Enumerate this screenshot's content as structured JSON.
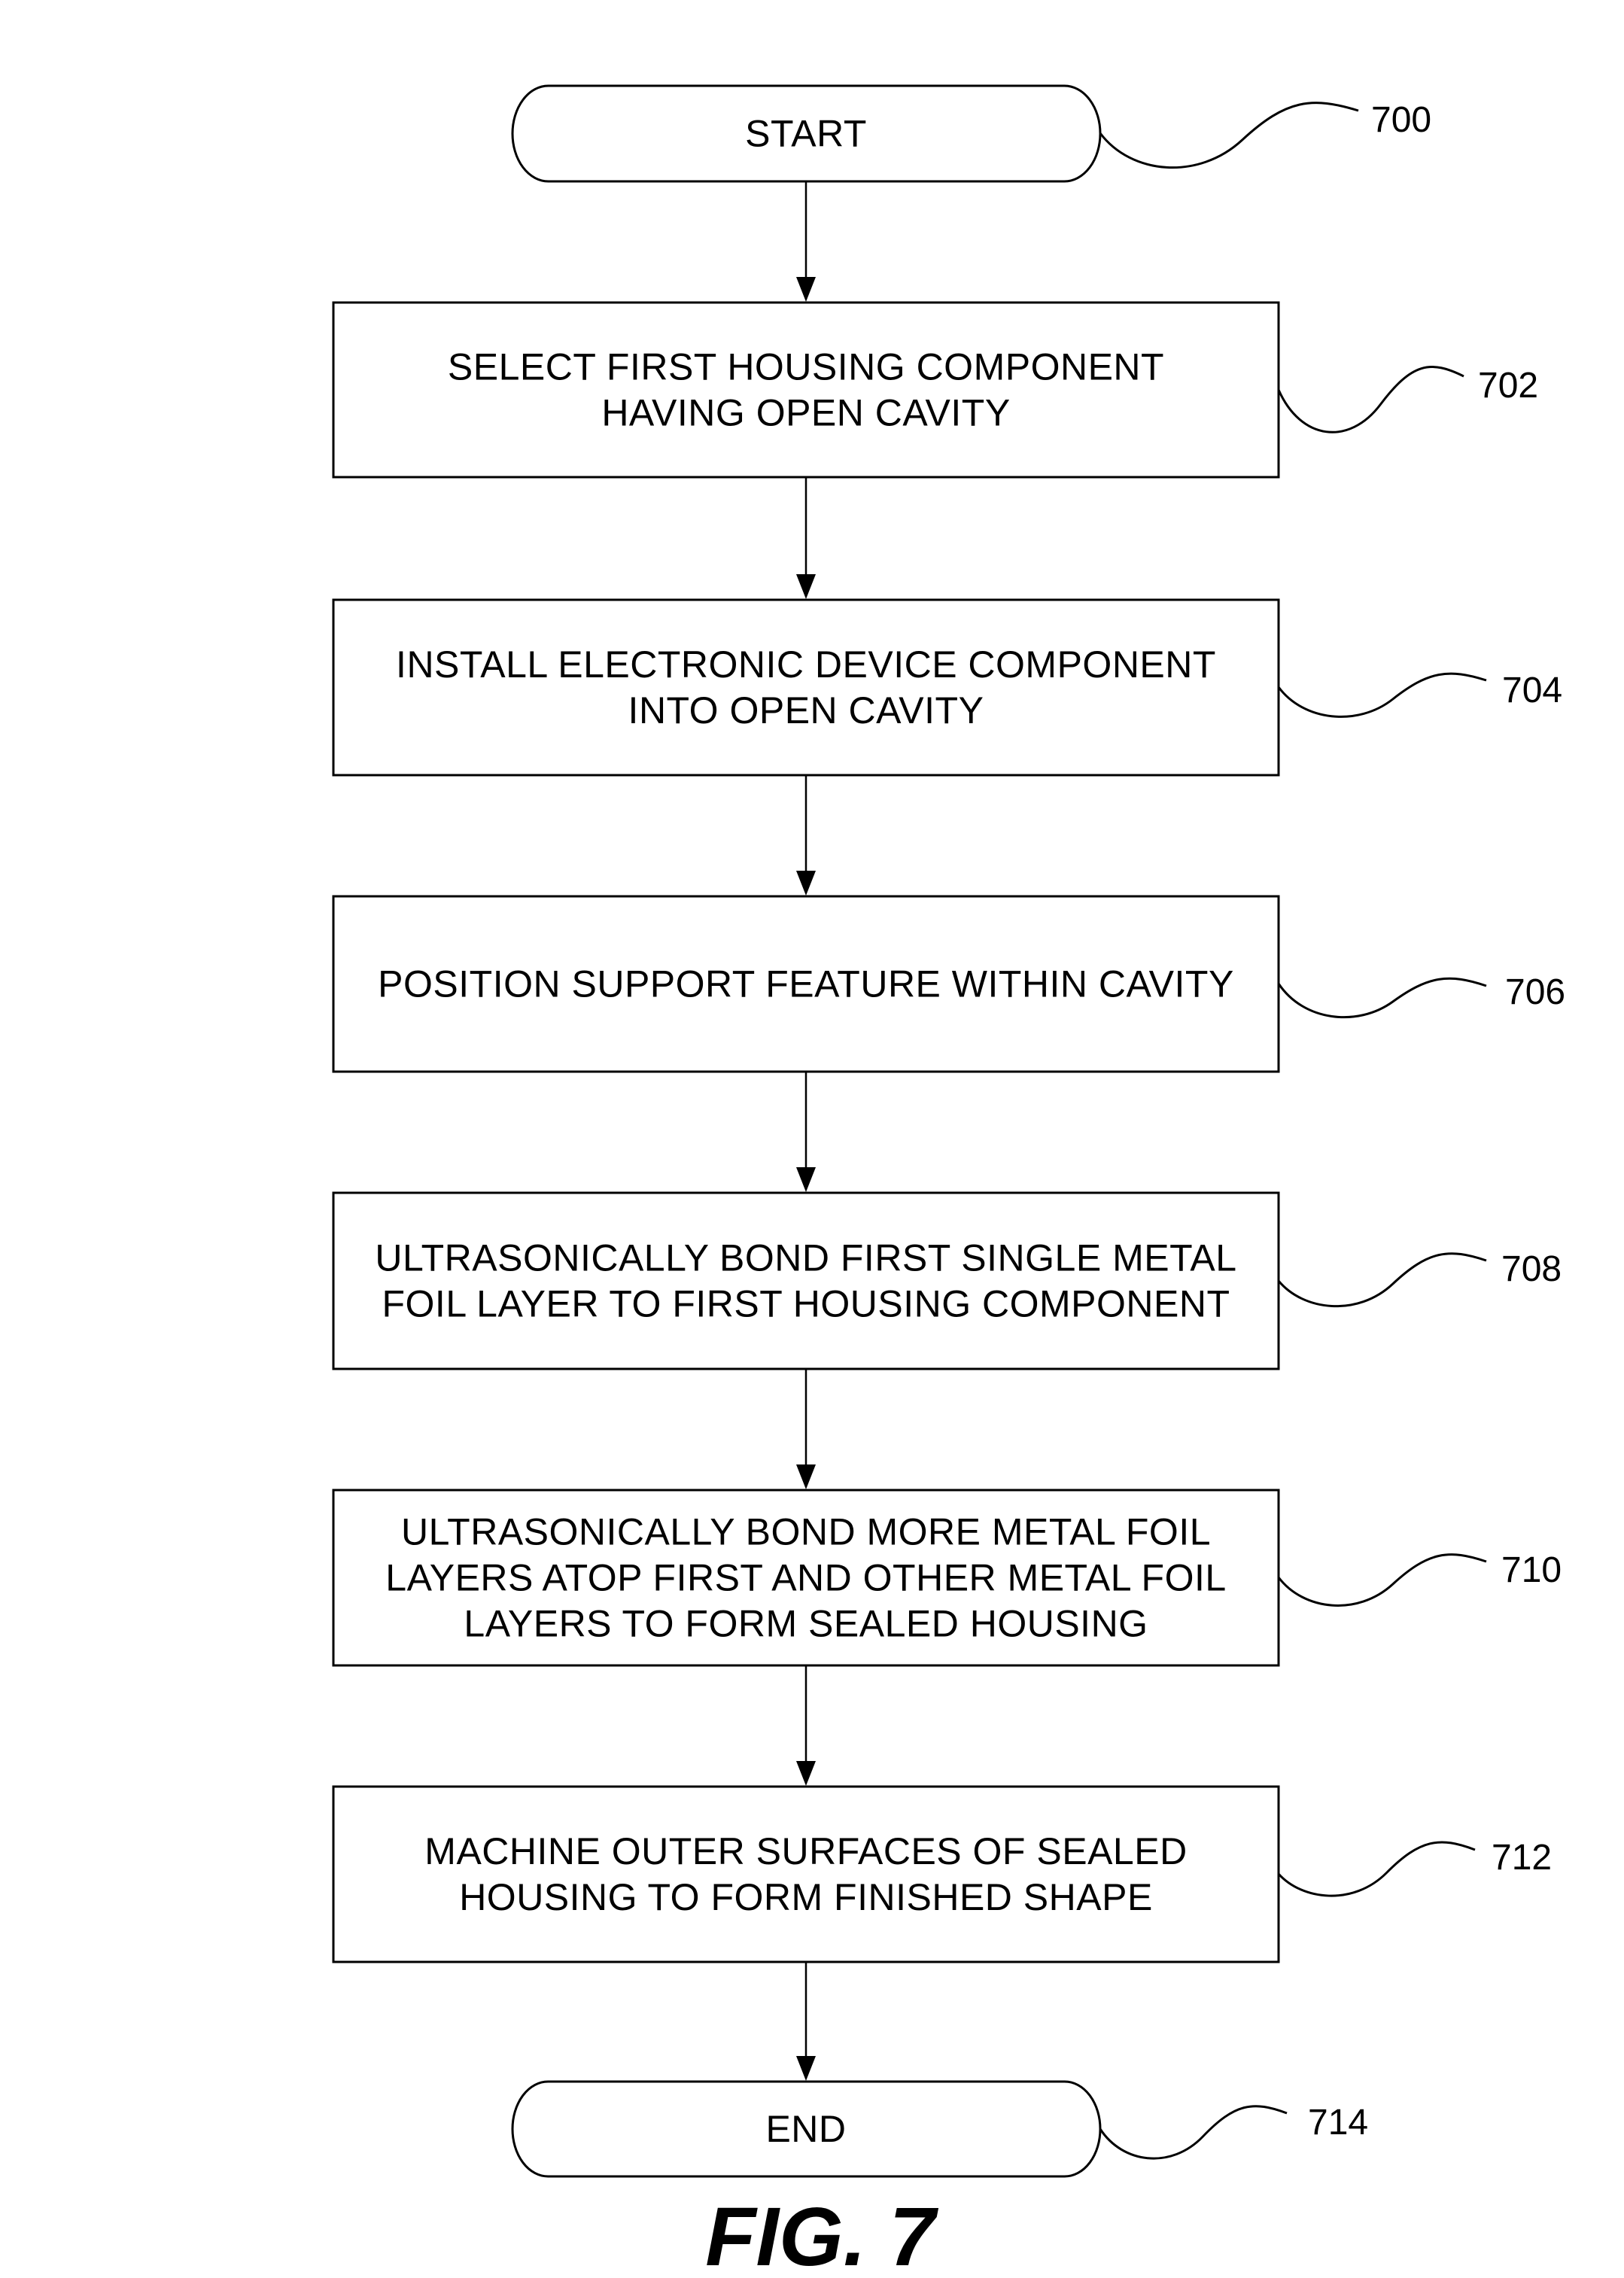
{
  "figure": {
    "caption": "FIG. 7",
    "reference": "700"
  },
  "nodes": [
    {
      "id": "start",
      "kind": "terminal",
      "lines": [
        "START"
      ],
      "ref": "700"
    },
    {
      "id": "702",
      "kind": "process",
      "lines": [
        "SELECT FIRST HOUSING COMPONENT",
        "HAVING OPEN CAVITY"
      ],
      "ref": "702"
    },
    {
      "id": "704",
      "kind": "process",
      "lines": [
        "INSTALL ELECTRONIC DEVICE COMPONENT",
        "INTO OPEN CAVITY"
      ],
      "ref": "704"
    },
    {
      "id": "706",
      "kind": "process",
      "lines": [
        "POSITION SUPPORT FEATURE WITHIN CAVITY"
      ],
      "ref": "706"
    },
    {
      "id": "708",
      "kind": "process",
      "lines": [
        "ULTRASONICALLY BOND FIRST SINGLE METAL",
        "FOIL LAYER TO FIRST HOUSING COMPONENT"
      ],
      "ref": "708"
    },
    {
      "id": "710",
      "kind": "process",
      "lines": [
        "ULTRASONICALLY BOND MORE METAL FOIL",
        "LAYERS ATOP FIRST AND OTHER METAL FOIL",
        "LAYERS TO FORM SEALED HOUSING"
      ],
      "ref": "710"
    },
    {
      "id": "712",
      "kind": "process",
      "lines": [
        "MACHINE OUTER SURFACES OF SEALED",
        "HOUSING TO FORM FINISHED SHAPE"
      ],
      "ref": "712"
    },
    {
      "id": "end",
      "kind": "terminal",
      "lines": [
        "END"
      ],
      "ref": "714"
    }
  ],
  "edges": [
    {
      "from": "start",
      "to": "702"
    },
    {
      "from": "702",
      "to": "704"
    },
    {
      "from": "704",
      "to": "706"
    },
    {
      "from": "706",
      "to": "708"
    },
    {
      "from": "708",
      "to": "710"
    },
    {
      "from": "710",
      "to": "712"
    },
    {
      "from": "712",
      "to": "end"
    }
  ]
}
